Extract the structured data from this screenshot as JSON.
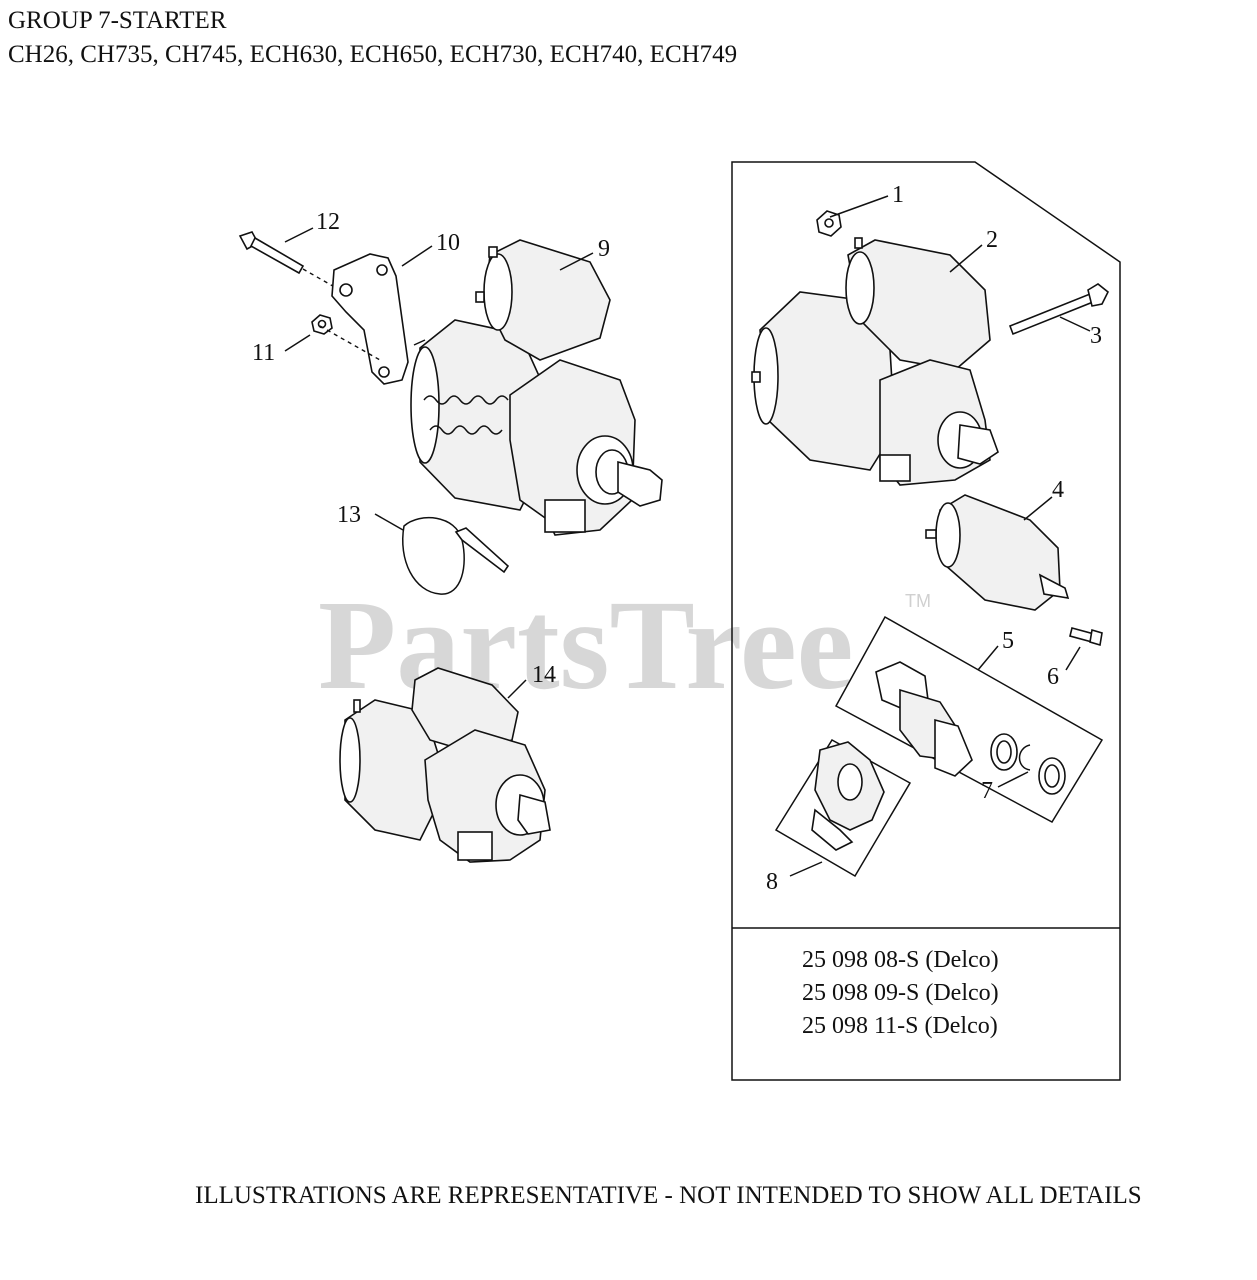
{
  "header": {
    "title": "GROUP 7-STARTER",
    "models": "CH26, CH735, CH745, ECH630, ECH650, ECH730, ECH740, ECH749"
  },
  "watermark": {
    "text": "PartsTree",
    "tm": "TM"
  },
  "callouts": [
    "1",
    "2",
    "3",
    "4",
    "5",
    "6",
    "7",
    "8",
    "9",
    "10",
    "11",
    "12",
    "13",
    "14"
  ],
  "kit_box": {
    "part_numbers": [
      "25 098 08-S (Delco)",
      "25 098 09-S (Delco)",
      "25 098 11-S (Delco)"
    ]
  },
  "footer": {
    "note": "ILLUSTRATIONS ARE REPRESENTATIVE - NOT INTENDED TO SHOW ALL DETAILS"
  }
}
